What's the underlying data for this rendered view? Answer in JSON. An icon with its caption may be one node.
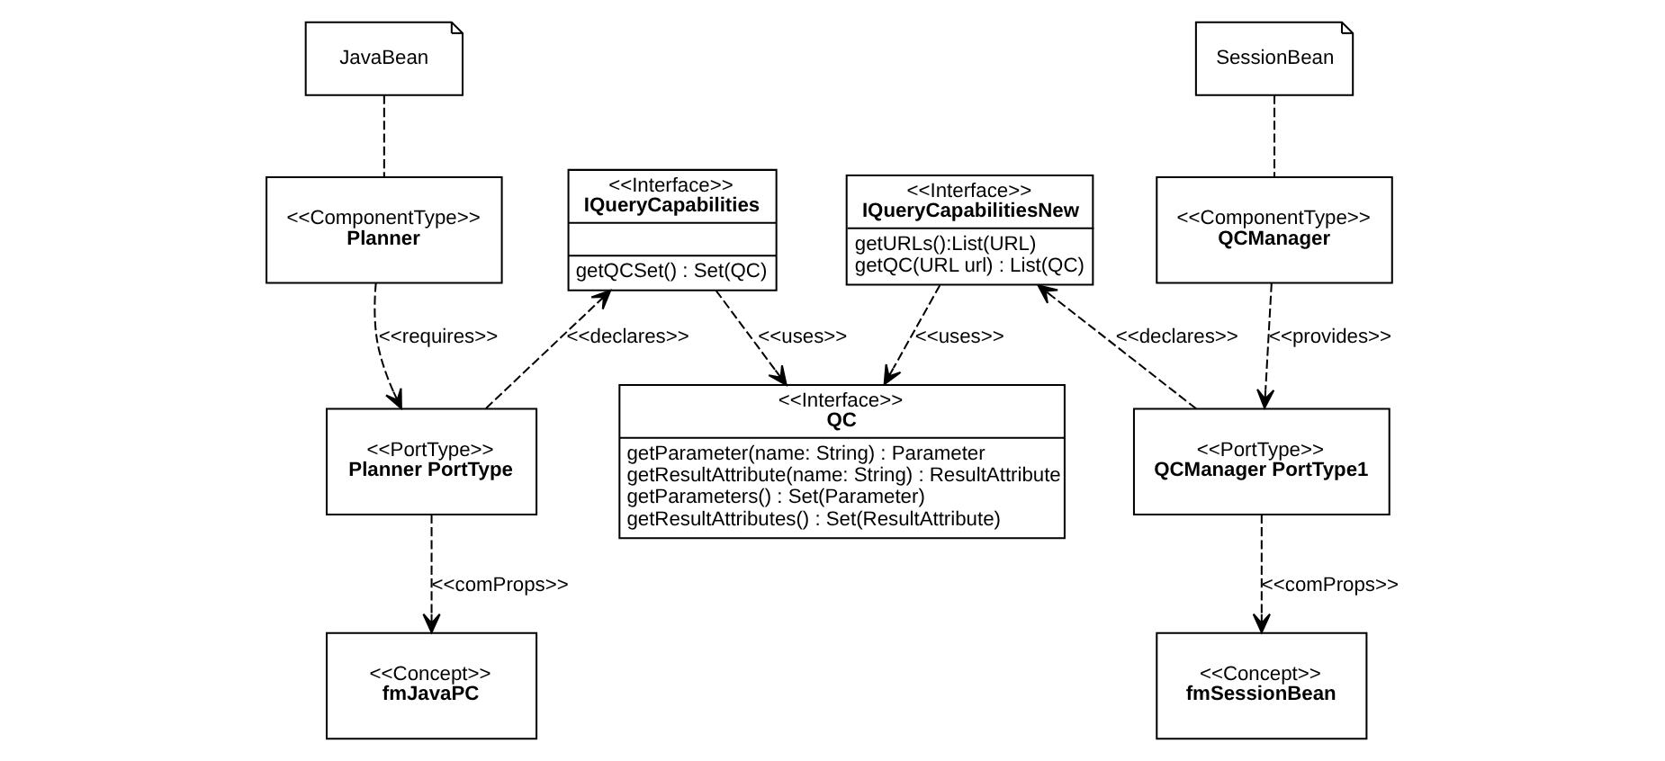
{
  "diagram": {
    "nodes": [
      {
        "text": [
          "JavaBean"
        ]
      },
      {
        "text": [
          "<<ComponentType>>",
          "Planner"
        ]
      },
      {
        "text": [
          "<<PortType>>",
          "Planner PortType"
        ]
      },
      {
        "text": [
          "<<Concept>>",
          "fmJavaPC"
        ]
      },
      {
        "text": [
          "<<Interface>>",
          "IQueryCapabilities",
          "getQCSet() : Set(QC)"
        ]
      },
      {
        "text": [
          "<<Interface>>",
          "IQueryCapabilitiesNew",
          "getURLs():List(URL)",
          "getQC(URL url) : List(QC)"
        ]
      },
      {
        "text": [
          "<<Interface>>",
          "QC",
          "getParameter(name: String) : Parameter",
          "getResultAttribute(name: String) : ResultAttribute",
          "getParameters() : Set(Parameter)",
          "getResultAttributes() : Set(ResultAttribute)"
        ]
      },
      {
        "text": [
          "SessionBean"
        ]
      },
      {
        "text": [
          "<<ComponentType>>",
          "QCManager"
        ]
      },
      {
        "text": [
          "<<PortType>>",
          "QCManager PortType1"
        ]
      },
      {
        "text": [
          "<<Concept>>",
          "fmSessionBean"
        ]
      }
    ],
    "edges": [
      {
        "from": 0,
        "to": 1,
        "arrow": "none",
        "style": "dashed"
      },
      {
        "from": 1,
        "to": 2,
        "arrow": "to",
        "label": "<<requires>>",
        "style": "dashed"
      },
      {
        "from": 2,
        "to": 4,
        "arrow": "to",
        "label": "<<declares>>",
        "style": "dashed"
      },
      {
        "from": 2,
        "to": 3,
        "arrow": "to",
        "label": "<<comProps>>",
        "style": "dashed"
      },
      {
        "from": 4,
        "to": 6,
        "arrow": "to",
        "label": "<<uses>>",
        "style": "dashed"
      },
      {
        "from": 5,
        "to": 6,
        "arrow": "to",
        "label": "<<uses>>",
        "style": "dashed"
      },
      {
        "from": 7,
        "to": 8,
        "arrow": "none",
        "style": "dashed"
      },
      {
        "from": 8,
        "to": 9,
        "arrow": "to",
        "label": "<<provides>>",
        "style": "dashed"
      },
      {
        "from": 9,
        "to": 5,
        "arrow": "to",
        "label": "<<declares>>",
        "style": "dashed"
      },
      {
        "from": 9,
        "to": 10,
        "arrow": "to",
        "label": "<<comProps>>",
        "style": "dashed"
      }
    ]
  }
}
